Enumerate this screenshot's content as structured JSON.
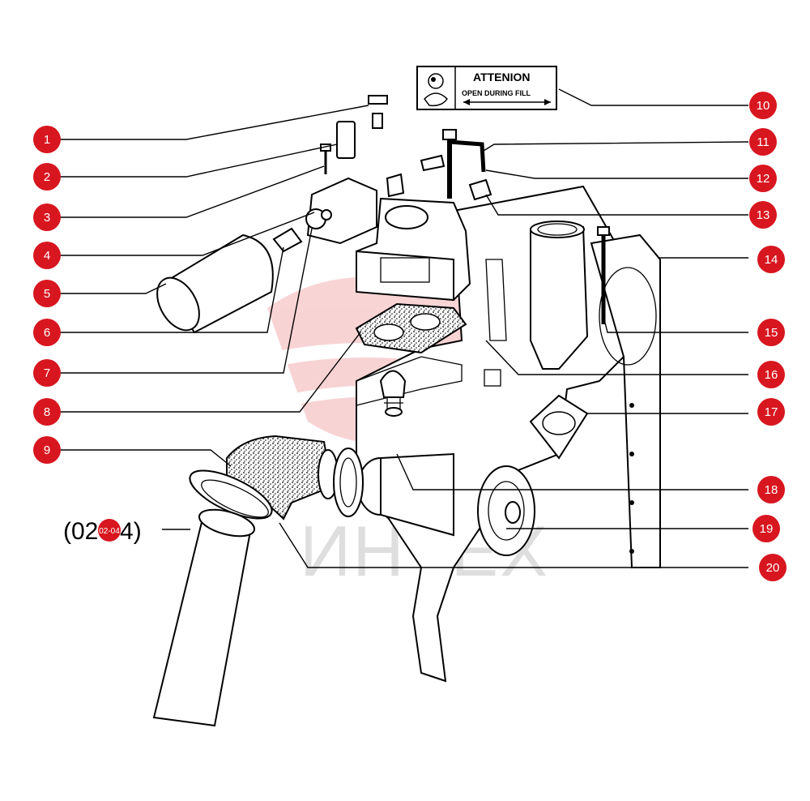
{
  "sticker": {
    "title": "ATTENION",
    "subtitle": "OPEN DURING FILL"
  },
  "reference": {
    "text": "(02-04)",
    "badge": "02-04"
  },
  "watermark": {
    "text": "ИНТЕХ"
  },
  "callouts": [
    {
      "label": "1"
    },
    {
      "label": "2"
    },
    {
      "label": "3"
    },
    {
      "label": "4"
    },
    {
      "label": "5"
    },
    {
      "label": "6"
    },
    {
      "label": "7"
    },
    {
      "label": "8"
    },
    {
      "label": "9"
    },
    {
      "label": "10"
    },
    {
      "label": "11"
    },
    {
      "label": "12"
    },
    {
      "label": "13"
    },
    {
      "label": "14"
    },
    {
      "label": "15"
    },
    {
      "label": "16"
    },
    {
      "label": "17"
    },
    {
      "label": "18"
    },
    {
      "label": "19"
    },
    {
      "label": "20"
    }
  ],
  "colors": {
    "badge": "#d8161f",
    "line": "#000000",
    "watermark": "#e43a3f"
  }
}
